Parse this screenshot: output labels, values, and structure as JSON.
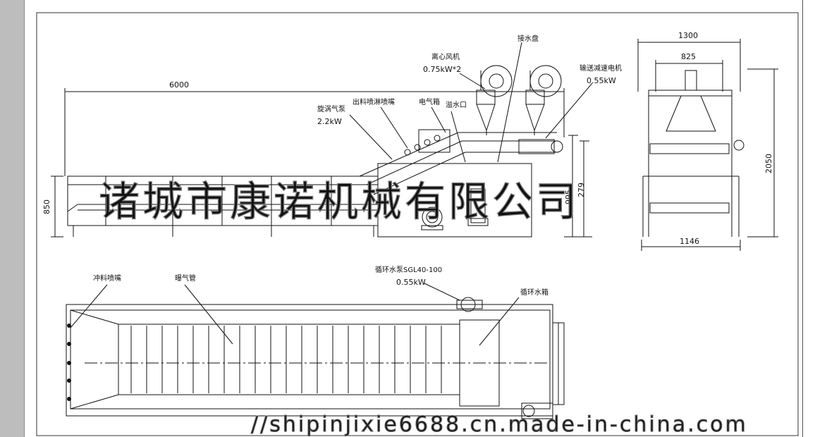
{
  "dimensions": {
    "length_total": "6000",
    "height_850": "850",
    "height_995": "995",
    "height_279": "279",
    "width_1300": "1300",
    "width_825": "825",
    "width_1146": "1146",
    "height_2050": "2050"
  },
  "labels": {
    "water_tray": "接水盘",
    "centrifugal_fan": "离心风机",
    "fan_power": "0.75kW*2",
    "conveyor_motor": "输送减速电机",
    "motor_power": "0.55kW",
    "vortex_pump": "旋涡气泵",
    "pump_power": "2.2kW",
    "outlet_spray": "出料喷淋喷嘴",
    "electric_box": "电气箱",
    "overflow": "溢水口",
    "flush_nozzle": "冲料喷嘴",
    "aeration_pipe": "曝气管",
    "circ_pump": "循环水泵SGL40-100",
    "circ_pump_power": "0.55kW",
    "circ_tank": "循环水箱"
  },
  "watermark": {
    "company": "诸城市康诺机械有限公司",
    "url": "//shipinjixie6688.cn.made-in-china.com"
  },
  "colors": {
    "line": "#111111",
    "sidebar": "#bdbdbd",
    "watermark": "#777777"
  }
}
